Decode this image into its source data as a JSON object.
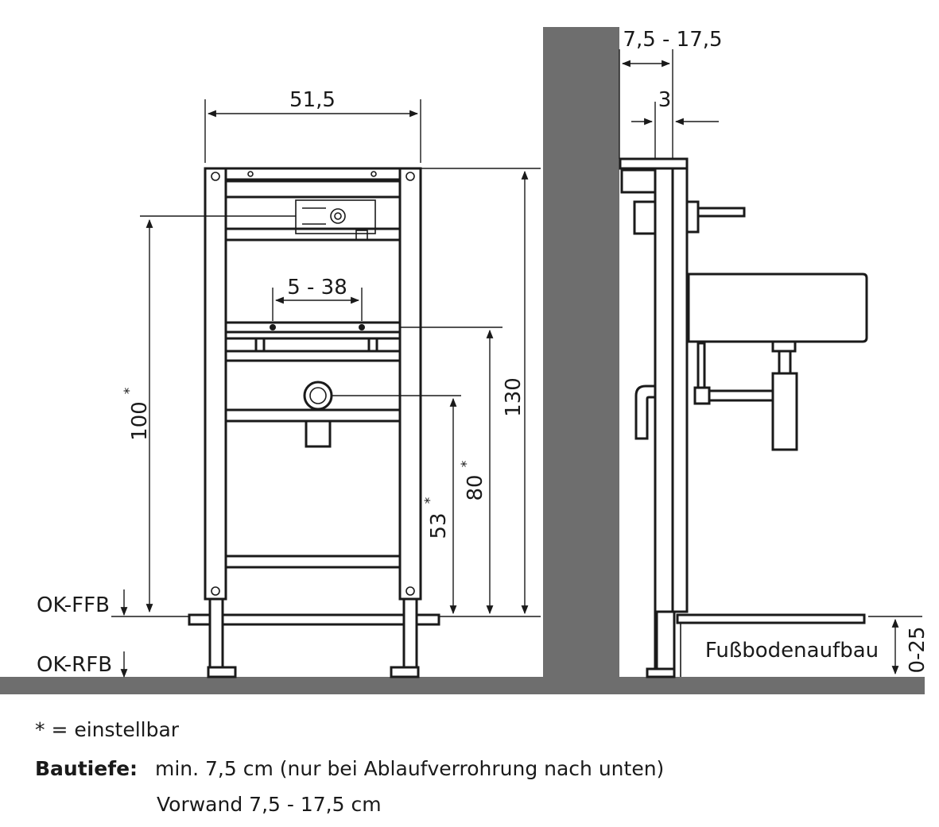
{
  "dimensions": {
    "width": "51,5",
    "height_total": "130",
    "height_supply": "100",
    "height_drain": "53",
    "height_bracket": "80",
    "bracket_spacing": "5 - 38",
    "wall_depth": "7,5 - 17,5",
    "panel_thickness": "3",
    "floor_buildup": "0-25",
    "asterisk": "*"
  },
  "labels": {
    "ok_ffb": "OK-FFB",
    "ok_rfb": "OK-RFB",
    "floor_buildup_label": "Fußbodenaufbau"
  },
  "notes": {
    "asterisk_note": "* = einstellbar",
    "depth_label": "Bautiefe:",
    "depth_line1": "min. 7,5 cm (nur bei Ablaufverrohrung nach unten)",
    "depth_line2": "Vorwand 7,5 - 17,5 cm"
  }
}
